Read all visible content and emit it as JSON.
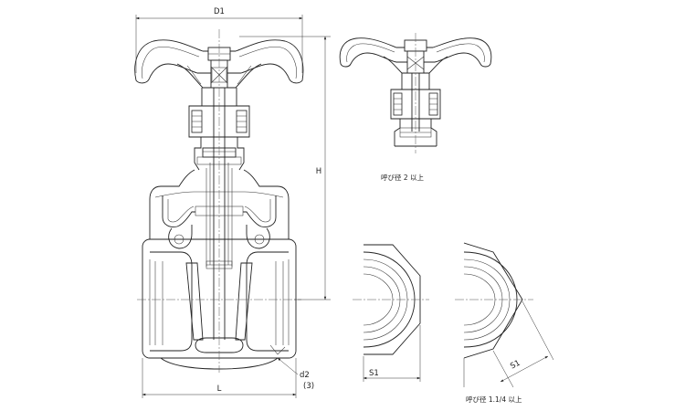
{
  "dimensions": {
    "d1": "D1",
    "h": "H",
    "l": "L",
    "d2": "d2",
    "d2_qty": "(3)",
    "s1_left": "S1",
    "s1_right": "S1"
  },
  "notes": {
    "top_right": "呼び径 2 以上",
    "bottom_right": "呼び径 1.1/4 以上"
  }
}
